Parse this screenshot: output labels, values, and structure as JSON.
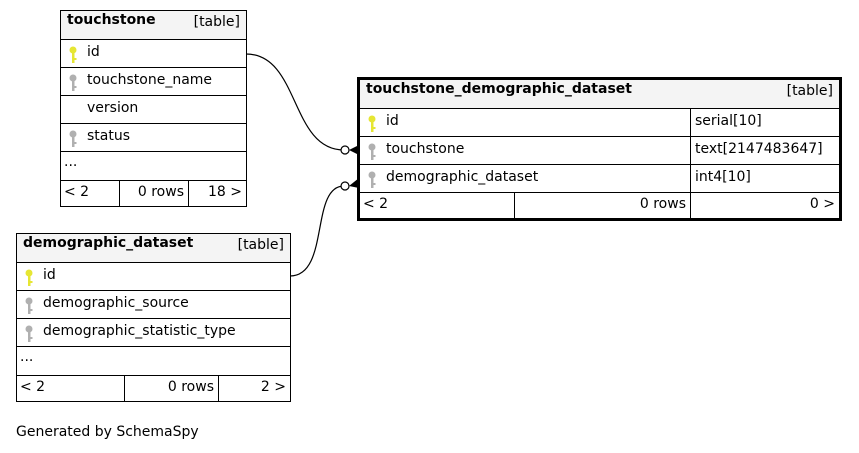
{
  "tables": {
    "touchstone": {
      "name": "touchstone",
      "kind": "[table]",
      "columns": [
        {
          "name": "id",
          "key": "primary"
        },
        {
          "name": "touchstone_name",
          "key": "index"
        },
        {
          "name": "version",
          "key": "none"
        },
        {
          "name": "status",
          "key": "index"
        }
      ],
      "ellipsis": "...",
      "footer": {
        "prev": "< 2",
        "rows": "0 rows",
        "next": "18 >"
      }
    },
    "demographic_dataset": {
      "name": "demographic_dataset",
      "kind": "[table]",
      "columns": [
        {
          "name": "id",
          "key": "primary"
        },
        {
          "name": "demographic_source",
          "key": "index"
        },
        {
          "name": "demographic_statistic_type",
          "key": "index"
        }
      ],
      "ellipsis": "...",
      "footer": {
        "prev": "< 2",
        "rows": "0 rows",
        "next": "2 >"
      }
    },
    "touchstone_demographic_dataset": {
      "name": "touchstone_demographic_dataset",
      "kind": "[table]",
      "columns": [
        {
          "name": "id",
          "type": "serial[10]",
          "key": "primary"
        },
        {
          "name": "touchstone",
          "type": "text[2147483647]",
          "key": "index"
        },
        {
          "name": "demographic_dataset",
          "type": "int4[10]",
          "key": "index"
        }
      ],
      "footer": {
        "prev": "< 2",
        "rows": "0 rows",
        "next": "0 >"
      }
    }
  },
  "colors": {
    "primary_key": "#e6e633",
    "index_key": "#b0b0b0",
    "header_bg": "#f4f4f4"
  },
  "generated_by": "Generated by SchemaSpy"
}
